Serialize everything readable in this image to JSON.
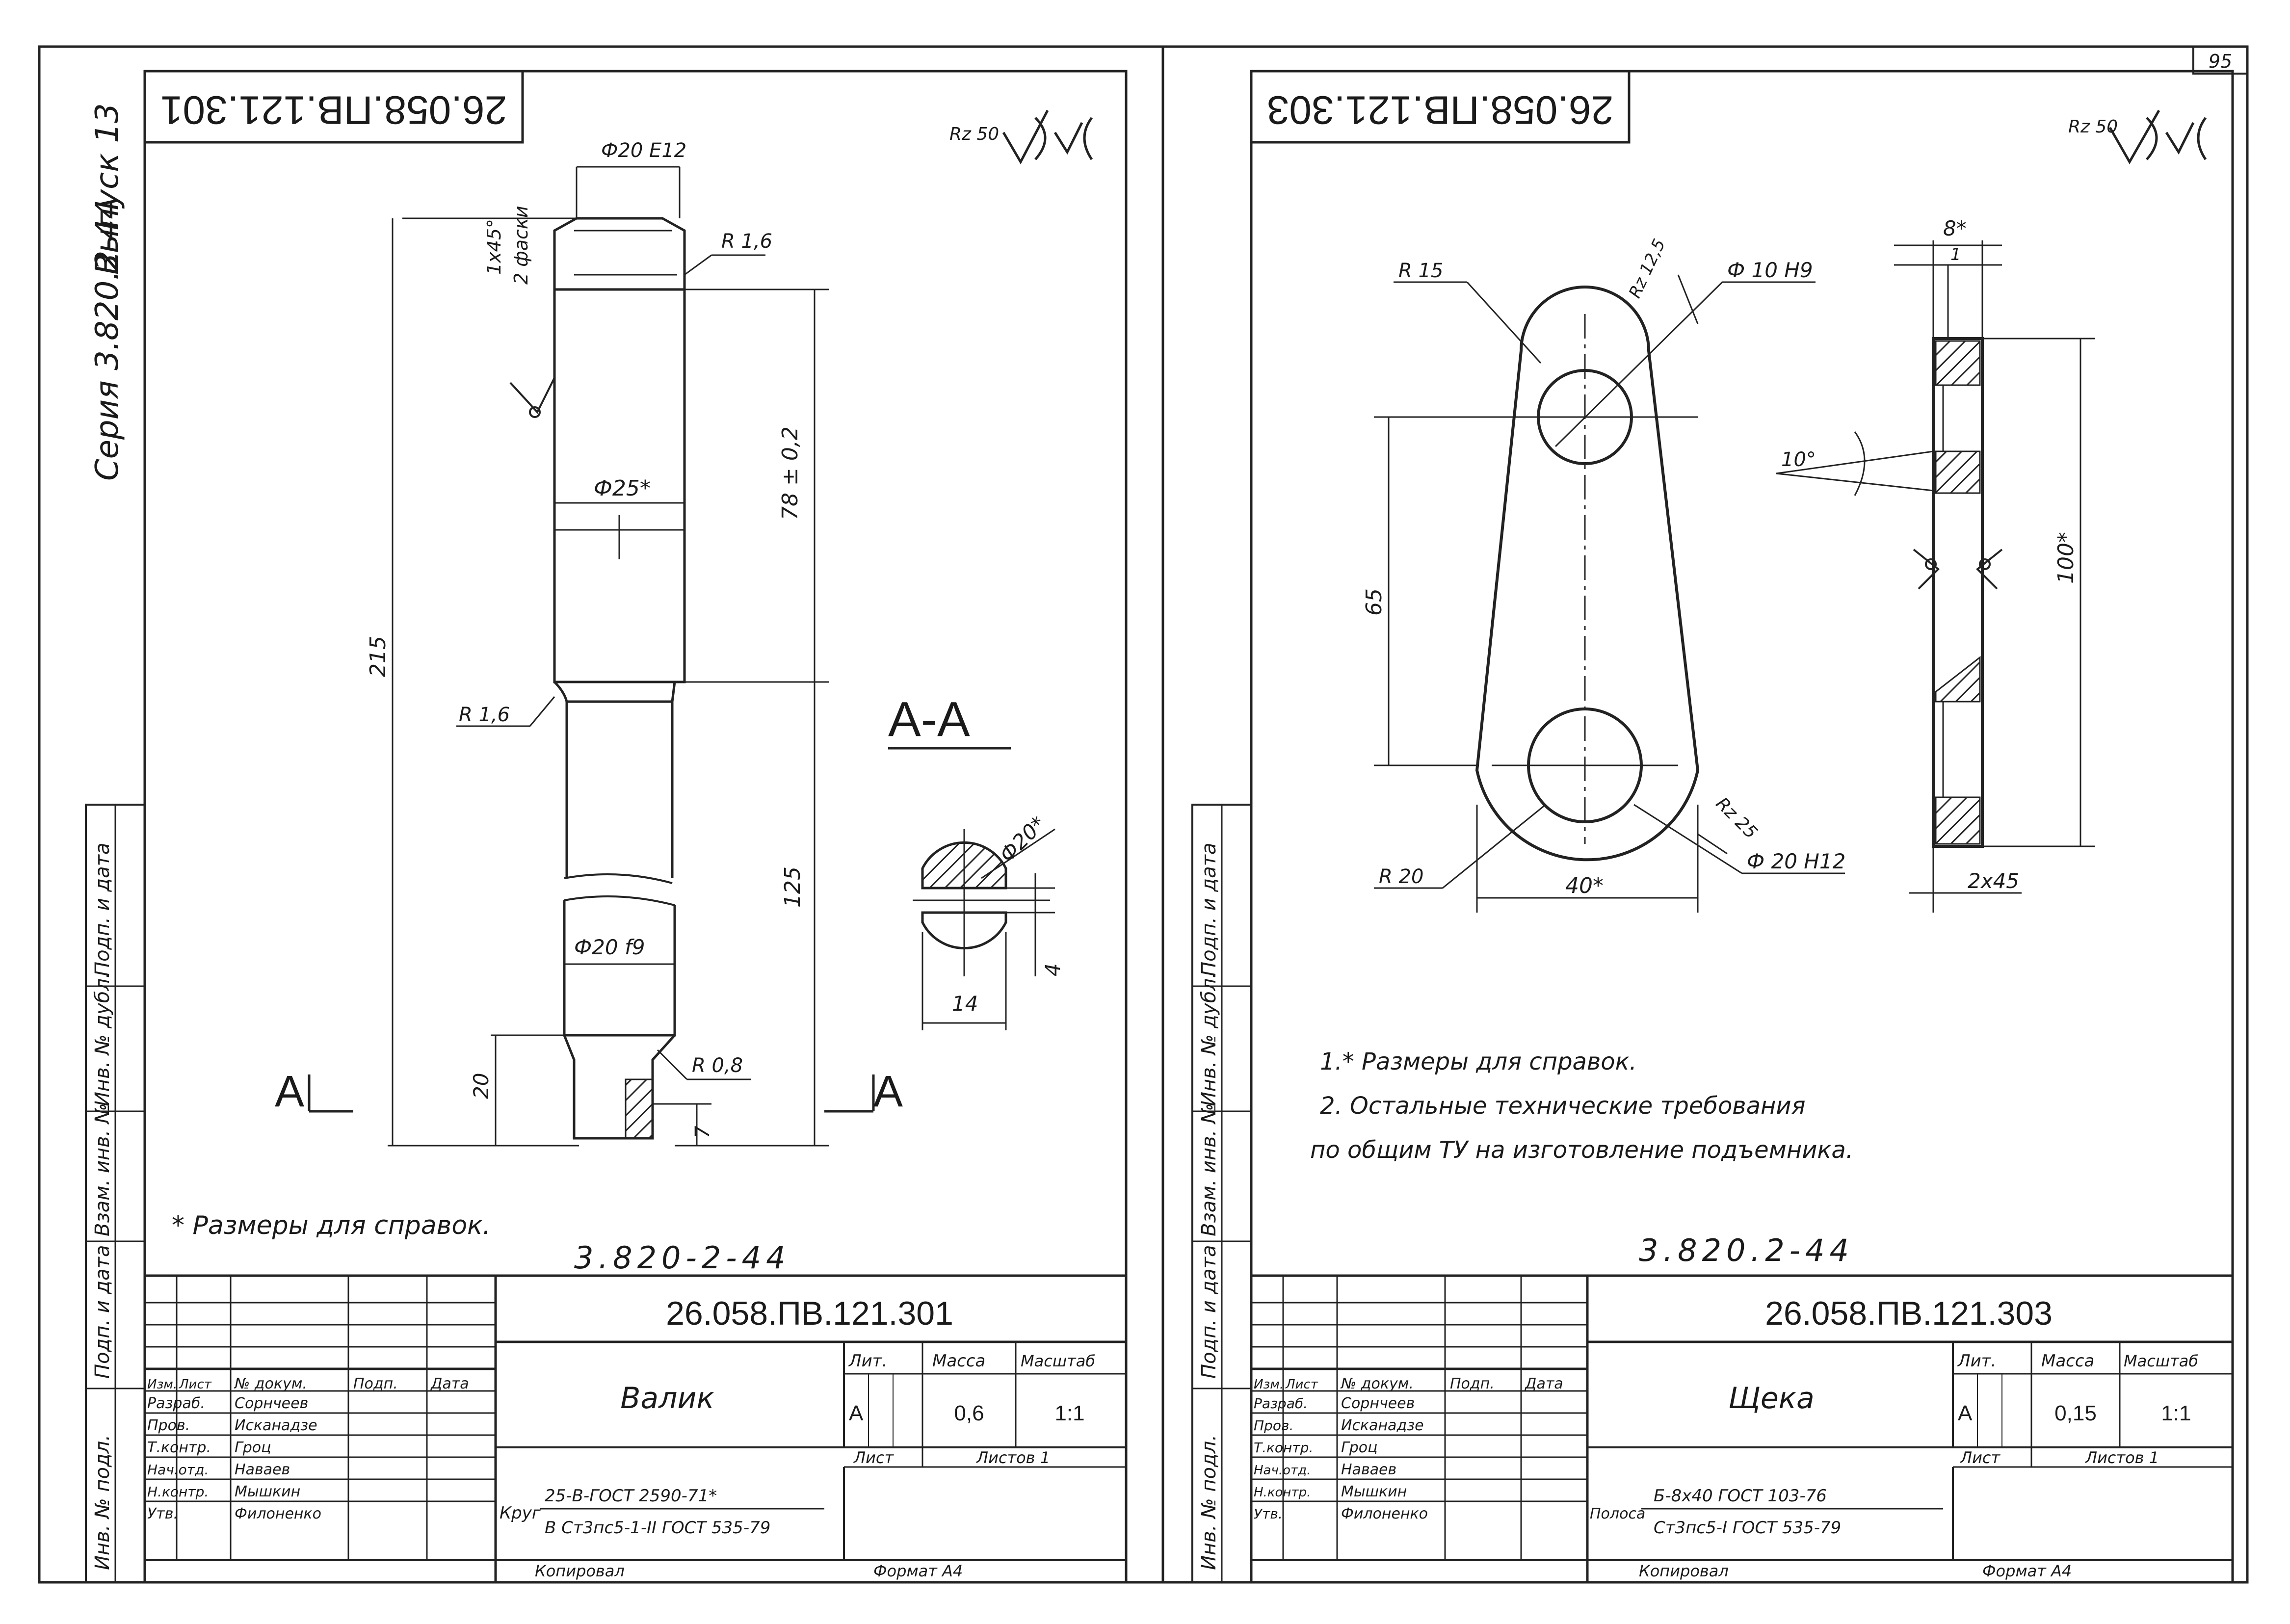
{
  "page": {
    "number": "95"
  },
  "left_margin": {
    "series": "Серия 3.820.2-44",
    "issue": "Выпуск 13",
    "boxes": [
      "Подп. и дата",
      "Инв. № дубл.",
      "Взам. инв. №",
      "Подп. и дата",
      "Инв. № подл."
    ]
  },
  "sheet1": {
    "code_stamp": "26.058.ПВ.121.301",
    "roughness": "Rz 50",
    "dims": {
      "d_top": "Ф20 Е12",
      "chamfer": "1х45°",
      "chamfer2": "2 фаски",
      "r_top": "R 1,6",
      "d_mid": "Ф25*",
      "len_78": "78 ± 0,2",
      "len_215": "215",
      "r_mid": "R 1,6",
      "len_125": "125",
      "d_low": "Ф20 f9",
      "len_20": "20",
      "r_low": "R 0,8",
      "len_7": "7"
    },
    "section": {
      "label": "А-А",
      "d": "Ф20*",
      "w": "14",
      "t": "4"
    },
    "cut_left": "А",
    "cut_right": "А",
    "note": "* Размеры для справок.",
    "series_handwritten": "3.820-2-44",
    "title_block": {
      "designation": "26.058.ПВ.121.301",
      "name": "Валик",
      "col_headers": [
        "Изм.",
        "Лист",
        "№ докум.",
        "Подп.",
        "Дата"
      ],
      "rows": [
        [
          "Разраб.",
          "Сорнчеев"
        ],
        [
          "Пров.",
          "Исканадзе"
        ],
        [
          "Т.контр.",
          "Гроц"
        ],
        [
          "Нач.отд.",
          "Наваев"
        ],
        [
          "Н.контр.",
          "Мышкин"
        ],
        [
          "Утв.",
          "Филоненко"
        ]
      ],
      "lit_label": "Лит.",
      "mass_label": "Масса",
      "scale_label": "Масштаб",
      "lit_value": "А",
      "mass_value": "0,6",
      "scale_value": "1:1",
      "sheet_label": "Лист",
      "sheets_label": "Листов 1",
      "material_prefix": "Круг",
      "material_line1": "25-В-ГОСТ 2590-71*",
      "material_line2": "В Ст3пс5-1-II ГОСТ 535-79"
    },
    "footer": {
      "copied": "Копировал",
      "format": "Формат А4"
    }
  },
  "sheet2": {
    "code_stamp": "26.058.ПВ.121.303",
    "roughness": "Rz 50",
    "dims": {
      "r15": "R 15",
      "rz125": "Rz 12,5",
      "hole_top": "Ф 10 Н9",
      "len_65": "65",
      "r20": "R 20",
      "w40": "40*",
      "rz25": "Rz 25",
      "hole_bot": "Ф 20 Н12",
      "t8": "8*",
      "t1": "1",
      "ang": "10°",
      "h100": "100*",
      "chamfer": "2х45"
    },
    "notes": [
      "1.* Размеры для справок.",
      "2. Остальные технические требования",
      "по общим ТУ на изготовление подъемника."
    ],
    "series_handwritten": "3.820.2-44",
    "title_block": {
      "designation": "26.058.ПВ.121.303",
      "name": "Щека",
      "col_headers": [
        "Изм.",
        "Лист",
        "№ докум.",
        "Подп.",
        "Дата"
      ],
      "rows": [
        [
          "Разраб.",
          "Сорнчеев"
        ],
        [
          "Пров.",
          "Исканадзе"
        ],
        [
          "Т.контр.",
          "Гроц"
        ],
        [
          "Нач.отд.",
          "Наваев"
        ],
        [
          "Н.контр.",
          "Мышкин"
        ],
        [
          "Утв.",
          "Филоненко"
        ]
      ],
      "lit_label": "Лит.",
      "mass_label": "Масса",
      "scale_label": "Масштаб",
      "lit_value": "А",
      "mass_value": "0,15",
      "scale_value": "1:1",
      "sheet_label": "Лист",
      "sheets_label": "Листов 1",
      "material_prefix": "Полоса",
      "material_line1": "Б-8х40 ГОСТ 103-76",
      "material_line2": "Ст3пс5-I ГОСТ 535-79"
    },
    "footer": {
      "copied": "Копировал",
      "format": "Формат А4"
    }
  }
}
